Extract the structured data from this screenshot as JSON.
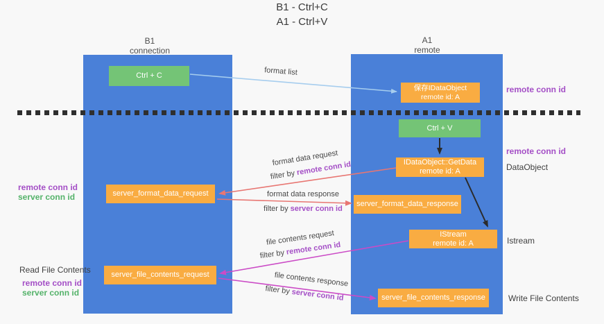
{
  "title": {
    "line1": "B1 - Ctrl+C",
    "line2": "A1 - Ctrl+V"
  },
  "columns": {
    "left": {
      "name": "B1",
      "subtitle": "connection"
    },
    "right": {
      "name": "A1",
      "subtitle": "remote"
    }
  },
  "boxes": {
    "ctrl_c": {
      "label": "Ctrl + C"
    },
    "save_idataobject": {
      "line1": "保存IDataObject",
      "line2": "remote id: A"
    },
    "ctrl_v": {
      "label": "Ctrl + V"
    },
    "idataobject_getdata": {
      "line1": "IDataObject::GetData",
      "line2": "remote id: A"
    },
    "server_format_data_request": {
      "label": "server_format_data_request"
    },
    "server_format_data_response": {
      "label": "server_format_data_response"
    },
    "istream": {
      "line1": "IStream",
      "line2": "remote id: A"
    },
    "server_file_contents_request": {
      "label": "server_file_contents_request"
    },
    "server_file_contents_response": {
      "label": "server_file_contents_response"
    }
  },
  "arrow_labels": {
    "format_list": "format list",
    "format_data_request": "format data request",
    "format_data_response": "format data response",
    "file_contents_request": "file contents request",
    "file_contents_response": "file contents response",
    "filter_by": "filter by",
    "remote_conn_id": "remote conn id",
    "server_conn_id": "server conn id"
  },
  "side_labels": {
    "remote_conn_id_right_top": "remote conn id",
    "remote_conn_id_right_mid": "remote conn id",
    "dataobject": "DataObject",
    "istream": "Istream",
    "write_file_contents": "Write File Contents",
    "remote_conn_id_left": "remote conn id",
    "server_conn_id_left": "server conn id",
    "read_file_contents": "Read File Contents",
    "remote_conn_id_left_bottom": "remote conn id",
    "server_conn_id_left_bottom": "server conn id"
  },
  "colors": {
    "lane_blue": "#4a80d8",
    "box_green": "#74c476",
    "box_orange": "#f9ac42",
    "arrow_lightblue": "#a6cdee",
    "arrow_black": "#2b2b2b",
    "arrow_salmon": "#e87672",
    "arrow_magenta": "#cb4bc6",
    "label_purple": "#a44fc6",
    "label_green": "#54b269",
    "text_dark": "#3f3f3f",
    "background": "#f8f8f8"
  }
}
